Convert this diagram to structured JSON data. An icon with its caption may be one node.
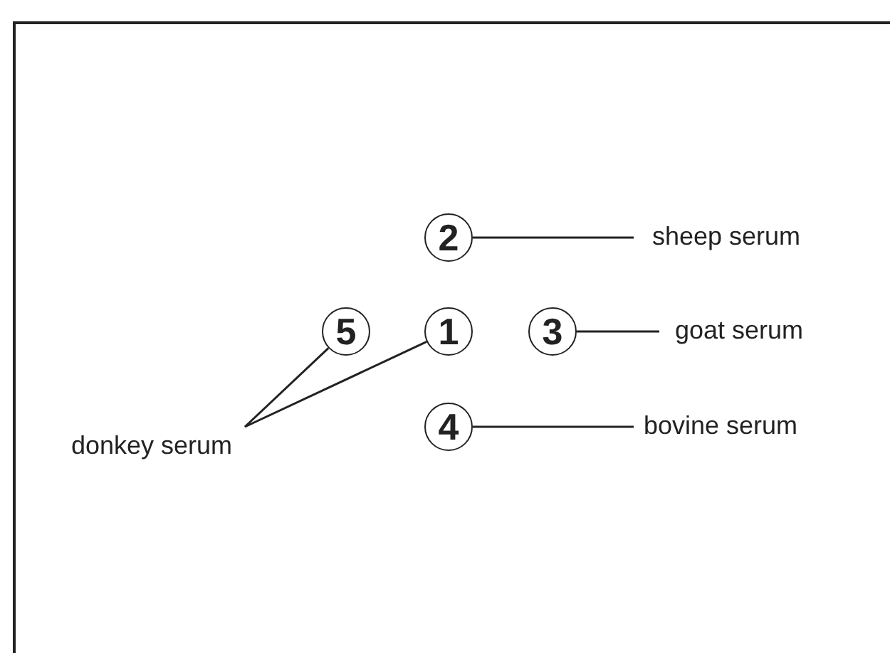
{
  "diagram": {
    "nodes": [
      {
        "text": [
          "2"
        ]
      },
      {
        "text": [
          "sheep serum"
        ]
      },
      {
        "text": [
          "5"
        ]
      },
      {
        "text": [
          "1"
        ]
      },
      {
        "text": [
          "3"
        ]
      },
      {
        "text": [
          "goat serum"
        ]
      },
      {
        "text": [
          "4"
        ]
      },
      {
        "text": [
          "bovine serum"
        ]
      },
      {
        "text": [
          "donkey serum"
        ]
      }
    ],
    "edges": [
      {
        "from": 1,
        "to": 0,
        "arrow": "none"
      },
      {
        "from": 5,
        "to": 4,
        "arrow": "none"
      },
      {
        "from": 7,
        "to": 6,
        "arrow": "none"
      },
      {
        "from": 8,
        "to": 2,
        "arrow": "none"
      },
      {
        "from": 8,
        "to": 3,
        "arrow": "none"
      }
    ]
  }
}
